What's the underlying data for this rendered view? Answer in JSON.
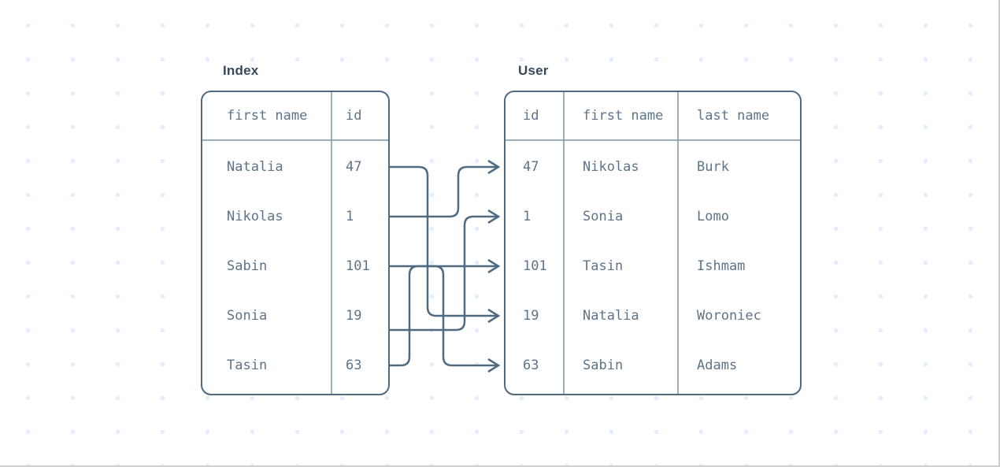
{
  "colors": {
    "line": "#506a80",
    "divider_line": "#7b94a8",
    "mono_text": "#5d7488",
    "title_text": "#36495a",
    "dot": "#e4edfc",
    "background": "#ffffff"
  },
  "index_table": {
    "title": "Index",
    "headers": [
      "first name",
      "id"
    ],
    "rows": [
      [
        "Natalia",
        "47"
      ],
      [
        "Nikolas",
        "1"
      ],
      [
        "Sabin",
        "101"
      ],
      [
        "Sonia",
        "19"
      ],
      [
        "Tasin",
        "63"
      ]
    ]
  },
  "user_table": {
    "title": "User",
    "headers": [
      "id",
      "first name",
      "last name"
    ],
    "rows": [
      [
        "47",
        "Nikolas",
        "Burk"
      ],
      [
        "1",
        "Sonia",
        "Lomo"
      ],
      [
        "101",
        "Tasin",
        "Ishmam"
      ],
      [
        "19",
        "Natalia",
        "Woroniec"
      ],
      [
        "63",
        "Sabin",
        "Adams"
      ]
    ]
  },
  "connections": [
    {
      "from_name": "Natalia",
      "from_index_row": 0,
      "to_user_row": 3
    },
    {
      "from_name": "Nikolas",
      "from_index_row": 1,
      "to_user_row": 0
    },
    {
      "from_name": "Sabin",
      "from_index_row": 2,
      "to_user_row": 4
    },
    {
      "from_name": "Sonia",
      "from_index_row": 3,
      "to_user_row": 1
    },
    {
      "from_name": "Tasin",
      "from_index_row": 4,
      "to_user_row": 2
    }
  ]
}
